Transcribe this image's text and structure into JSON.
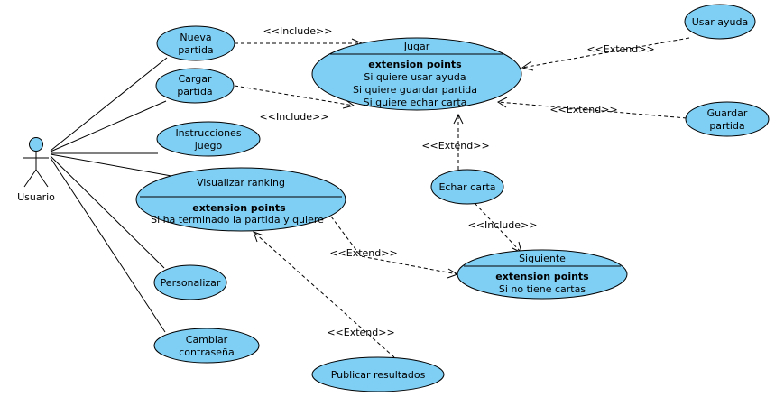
{
  "actor": {
    "label": "Usuario"
  },
  "use_cases": {
    "nueva_partida": [
      "Nueva",
      "partida"
    ],
    "cargar_partida": [
      "Cargar",
      "partida"
    ],
    "instrucciones": [
      "Instrucciones",
      "juego"
    ],
    "visualizar": {
      "title": "Visualizar ranking",
      "ext_header": "extension points",
      "ext_points": [
        "Si ha terminado la partida y quiere"
      ]
    },
    "personalizar": [
      "Personalizar"
    ],
    "cambiar": [
      "Cambiar",
      "contraseña"
    ],
    "jugar": {
      "title": "Jugar",
      "ext_header": "extension points",
      "ext_points": [
        "Si quiere usar ayuda",
        "Si quiere guardar partida",
        "Si quiere echar carta"
      ]
    },
    "usar_ayuda": [
      "Usar ayuda"
    ],
    "guardar_partida": [
      "Guardar",
      "partida"
    ],
    "echar_carta": [
      "Echar carta"
    ],
    "siguiente": {
      "title": "Siguiente",
      "ext_header": "extension points",
      "ext_points": [
        "Si no tiene cartas"
      ]
    },
    "publicar": [
      "Publicar resultados"
    ]
  },
  "relations": {
    "include_nueva": "<<Include>>",
    "include_cargar": "<<Include>>",
    "extend_ayuda": "<<Extend>>",
    "extend_guardar": "<<Extend>>",
    "extend_echar": "<<Extend>>",
    "include_siguiente": "<<Include>>",
    "extend_siguiente": "<<Extend>>",
    "extend_publicar": "<<Extend>>"
  },
  "colors": {
    "use_case_fill": "#7fcff5",
    "stroke": "#000000",
    "background": "#ffffff"
  }
}
